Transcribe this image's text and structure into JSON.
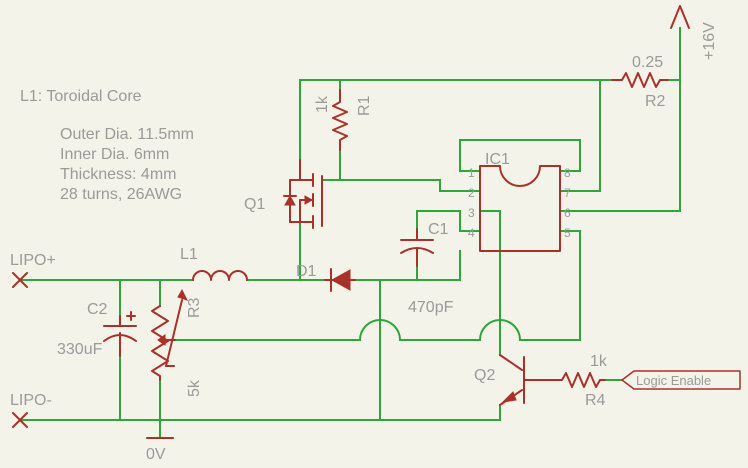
{
  "notes": {
    "core": "L1: Toroidal Core",
    "lines": [
      "Outer Dia. 11.5mm",
      "Inner Dia. 6mm",
      "Thickness: 4mm",
      "28 turns, 26AWG"
    ]
  },
  "nets": {
    "lipo_plus": "LIPO+",
    "lipo_minus": "LIPO-",
    "ground": "0V",
    "supply": "+16V",
    "logic_enable": "Logic Enable"
  },
  "parts": {
    "r1": {
      "name": "R1",
      "value": "1k"
    },
    "r2": {
      "name": "R2",
      "value": "0.25"
    },
    "r3": {
      "name": "R3",
      "value": "5k"
    },
    "r4": {
      "name": "R4",
      "value": "1k"
    },
    "c1": {
      "name": "C1",
      "value": "470pF"
    },
    "c2": {
      "name": "C2",
      "value": "330uF"
    },
    "l1": {
      "name": "L1"
    },
    "d1": {
      "name": "D1"
    },
    "q1": {
      "name": "Q1"
    },
    "q2": {
      "name": "Q2"
    },
    "ic1": {
      "name": "IC1",
      "pins_left": [
        "1",
        "2",
        "3",
        "4"
      ],
      "pins_right": [
        "8",
        "7",
        "6",
        "5"
      ]
    }
  }
}
